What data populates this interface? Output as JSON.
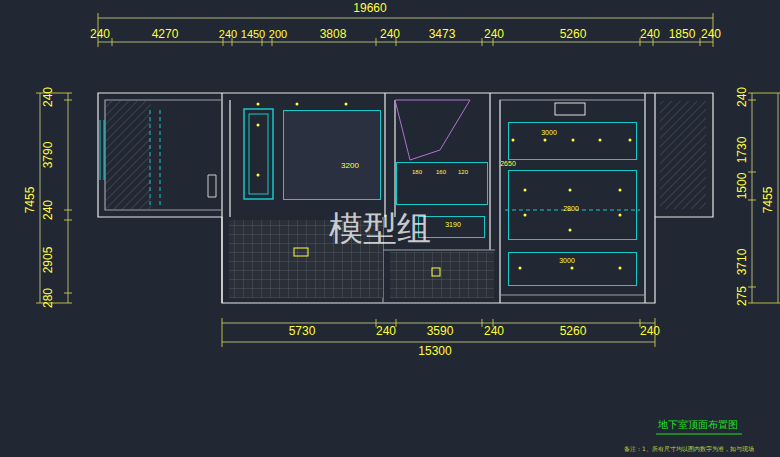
{
  "diagram": {
    "title": "地下室顶面布置图",
    "caption": "备注：1、所有尺寸均以图内数字为准，如与现场",
    "nodes": [
      {
        "text": [
          "3200"
        ]
      },
      {
        "text": [
          "180",
          "160",
          "120"
        ]
      },
      {
        "text": [
          "3190"
        ]
      },
      {
        "text": [
          "3000"
        ]
      },
      {
        "text": [
          "2800"
        ]
      },
      {
        "text": [
          "3000"
        ]
      }
    ],
    "labels": [
      "19660",
      "240",
      "4270",
      "240",
      "1450",
      "200",
      "3808",
      "240",
      "3473",
      "240",
      "5260",
      "240",
      "1850",
      "240",
      "5730",
      "240",
      "3590",
      "240",
      "5260",
      "240",
      "15300",
      "7455",
      "240",
      "3790",
      "240",
      "2905",
      "280",
      "240",
      "1730",
      "1500",
      "3710",
      "275",
      "7455",
      "2650",
      "模型组"
    ]
  }
}
